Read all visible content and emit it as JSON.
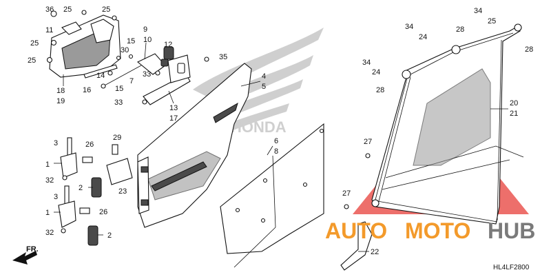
{
  "diagram_code": "HL4LF2800",
  "front_arrow_label": "FR.",
  "watermark": {
    "word_a": "AUTO",
    "word_b": "MOTO",
    "word_c": "HUB",
    "brand": "HONDA"
  },
  "colors": {
    "watermark_orange": "#f39a2b",
    "watermark_gray": "#9a9a9a",
    "watermark_red": "#e8403a",
    "line": "#111111"
  },
  "callouts": [
    "36",
    "25",
    "25",
    "11",
    "25",
    "25",
    "18",
    "19",
    "9",
    "10",
    "15",
    "30",
    "16",
    "14",
    "15",
    "7",
    "12",
    "35",
    "33",
    "13",
    "17",
    "33",
    "4",
    "5",
    "20",
    "21",
    "34",
    "25",
    "34",
    "24",
    "28",
    "28",
    "34",
    "24",
    "28",
    "29",
    "3",
    "26",
    "1",
    "32",
    "2",
    "23",
    "3",
    "1",
    "26",
    "32",
    "2",
    "6",
    "8",
    "27",
    "27",
    "22"
  ]
}
